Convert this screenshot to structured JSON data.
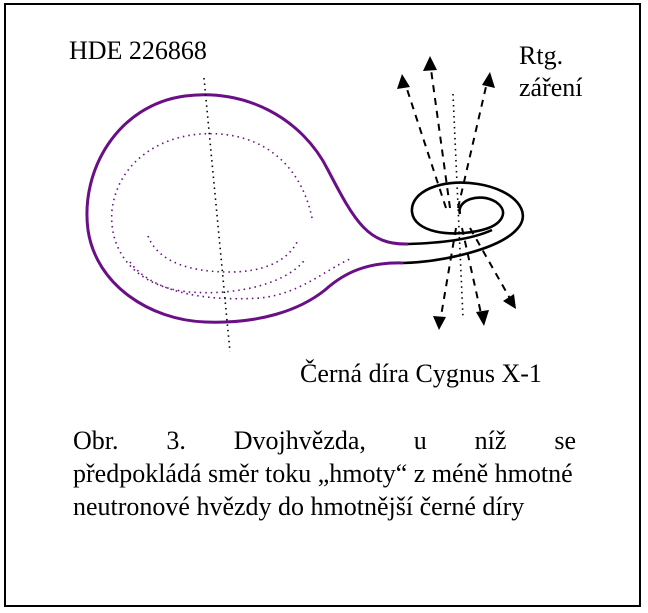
{
  "labels": {
    "star": "HDE 226868",
    "xray_line1": "Rtg.",
    "xray_line2": "záření",
    "black_hole": "Černá díra Cygnus X-1"
  },
  "caption": {
    "line1": "Obr.   3.   Dvojhvězda,   u   níž   se",
    "rest": "předpokládá směr toku „hmoty“ z méně hmotné neutronové hvězdy do hmotnější černé díry"
  },
  "colors": {
    "star_outline": "#6a0f86",
    "accretion": "#000000"
  }
}
